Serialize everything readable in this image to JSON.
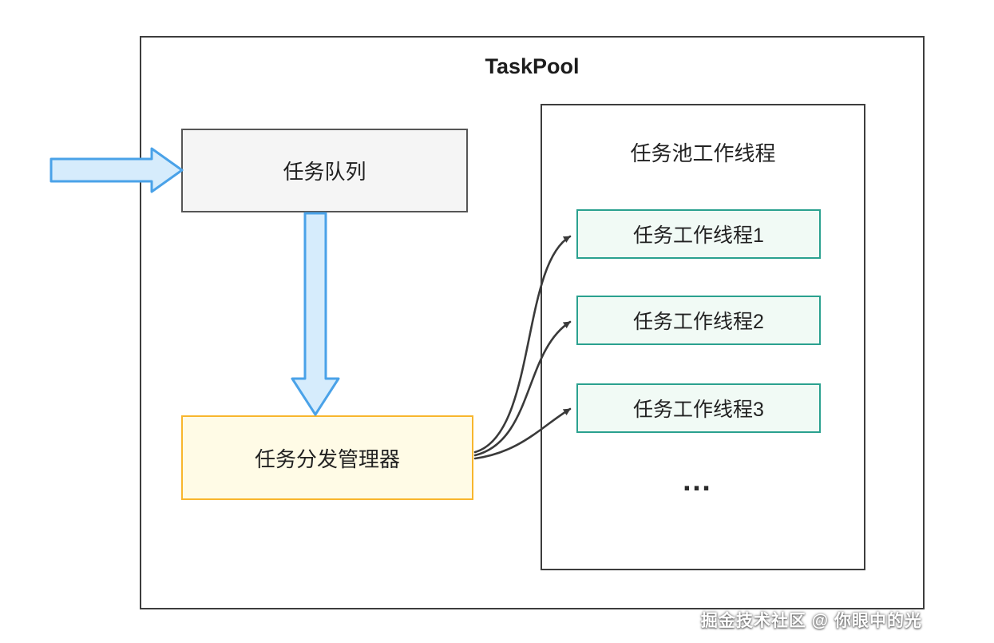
{
  "diagram": {
    "title": "TaskPool",
    "queue": {
      "label": "任务队列"
    },
    "dispatcher": {
      "label": "任务分发管理器"
    },
    "worker_panel": {
      "title": "任务池工作线程",
      "workers": [
        {
          "label": "任务工作线程1"
        },
        {
          "label": "任务工作线程2"
        },
        {
          "label": "任务工作线程3"
        }
      ],
      "ellipsis": "…"
    },
    "icons": {
      "input_arrow": "block-arrow-right",
      "queue_to_dispatcher_arrow": "block-arrow-down",
      "dispatch_connectors": "curved-arrow-right"
    },
    "colors": {
      "outer_border": "#3d3d3d",
      "text": "#1f1f1f",
      "queue_fill": "#f5f5f5",
      "queue_border": "#565656",
      "dispatcher_fill": "#fffbe6",
      "dispatcher_border": "#f8b62d",
      "worker_fill": "#f1faf5",
      "worker_border": "#2aa18f",
      "block_arrow_fill": "#d6ecfc",
      "block_arrow_stroke": "#4aa2e8",
      "connector_stroke": "#3a3a3a"
    }
  },
  "watermark": {
    "text": "掘金技术社区 @ 你眼中的光"
  }
}
